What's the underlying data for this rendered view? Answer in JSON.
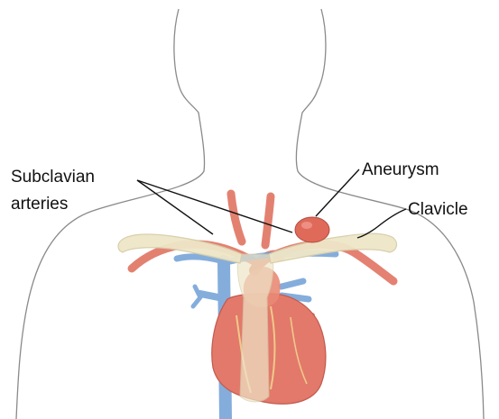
{
  "labels": {
    "subclavian_line1": "Subclavian",
    "subclavian_line2": "arteries",
    "aneurysm": "Aneurysm",
    "clavicle": "Clavicle"
  },
  "colors": {
    "outline": "#8a8a8a",
    "artery": "#e0705e",
    "vein": "#6f9fd6",
    "bone": "#eee6c8",
    "heart": "#e2796b",
    "leader": "#111111"
  }
}
